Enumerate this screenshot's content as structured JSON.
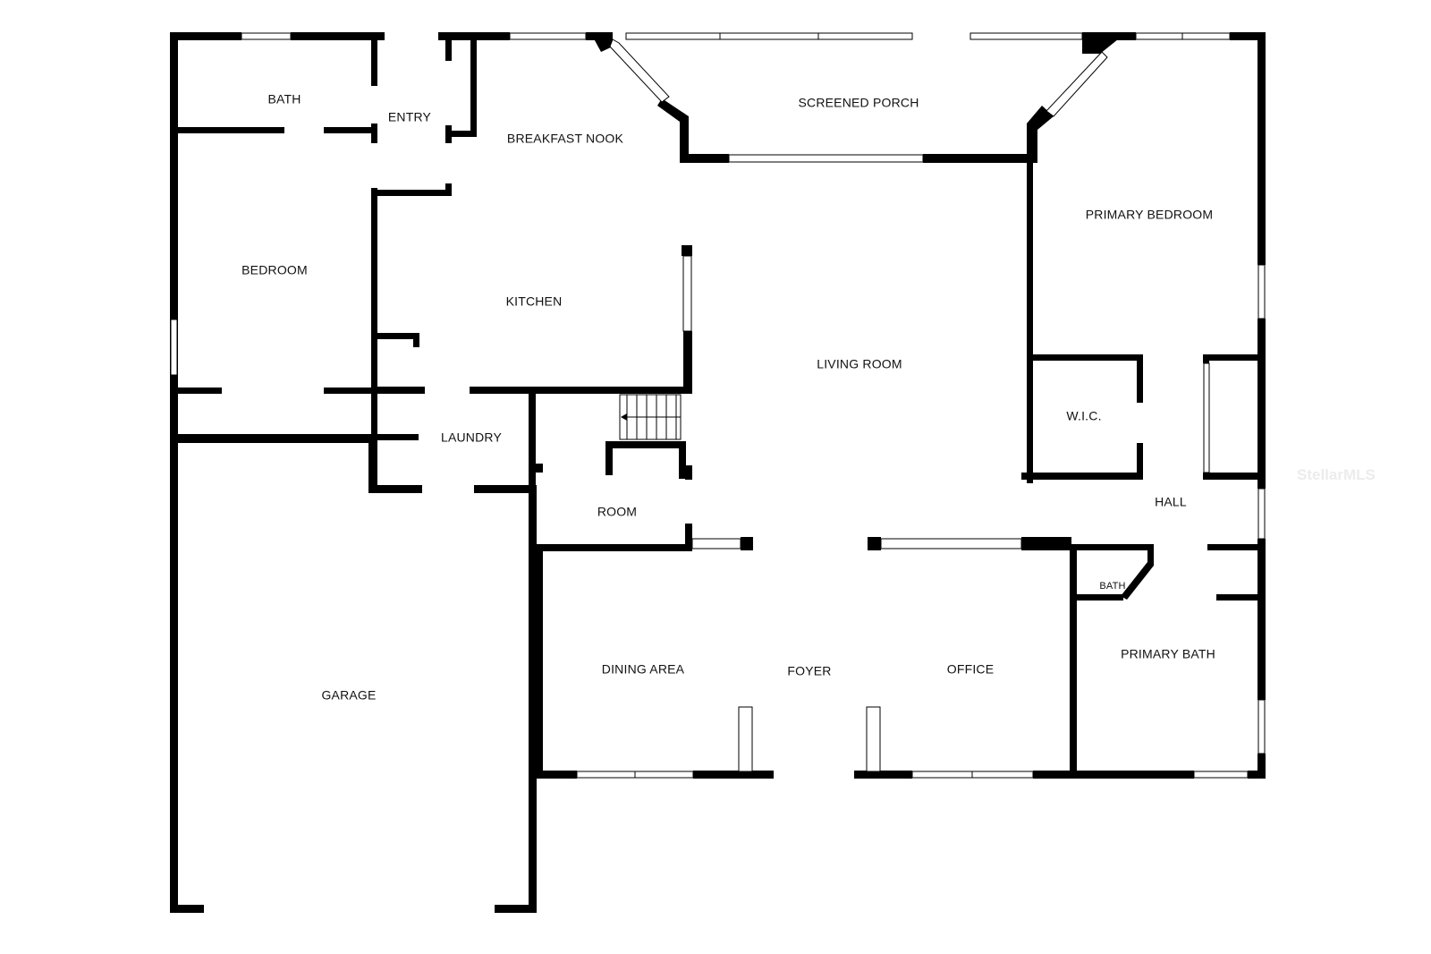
{
  "rooms": {
    "bath": "BATH",
    "entry": "ENTRY",
    "breakfast_nook": "BREAKFAST NOOK",
    "screened_porch": "SCREENED PORCH",
    "primary_bedroom": "PRIMARY BEDROOM",
    "bedroom": "BEDROOM",
    "kitchen": "KITCHEN",
    "living_room": "LIVING ROOM",
    "wic": "W.I.C.",
    "laundry": "LAUNDRY",
    "room": "ROOM",
    "hall": "HALL",
    "bath_small": "BATH",
    "primary_bath": "PRIMARY BATH",
    "dining_area": "DINING AREA",
    "foyer": "FOYER",
    "office": "OFFICE",
    "garage": "GARAGE"
  },
  "watermark": "StellarMLS",
  "colors": {
    "wall": "#000000",
    "background": "#ffffff"
  }
}
